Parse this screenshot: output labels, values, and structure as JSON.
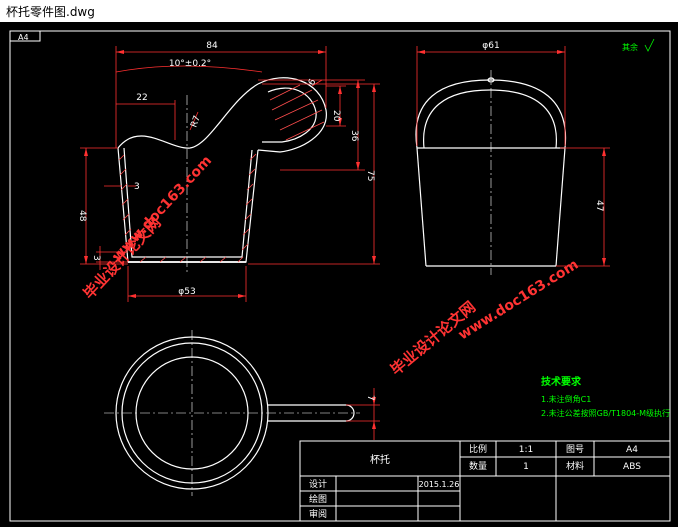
{
  "window": {
    "title": "杯托零件图.dwg"
  },
  "colors": {
    "background": "#000000",
    "frame": "#ffffff",
    "dimension": "#ff0000",
    "text": "#ffffff",
    "note": "#00ff00",
    "centerline": "#ffffff",
    "watermark": "#ff3333"
  },
  "drawing": {
    "sheet_tag": "A4",
    "dims": {
      "width_top": "84",
      "angle": "10°±0.2°",
      "d22": "22",
      "r7": "R7",
      "d6": "6",
      "d20": "20",
      "d36": "36",
      "d75": "75",
      "d48": "48",
      "d3a": "3",
      "d3b": "3",
      "dia53": "φ53",
      "dia61": "φ61",
      "d47": "47",
      "d7": "7"
    },
    "roughness_note": "其余",
    "tech_requirements": {
      "title": "技术要求",
      "line1": "1.未注倒角C1",
      "line2": "2.未注公差按照GB/T1804-M级执行"
    },
    "watermarks": {
      "site1": "www.doc163.com",
      "site2": "www.doc163.com",
      "brand1": "毕业设计论文网",
      "brand2": "毕业设计论文网"
    },
    "title_block": {
      "part_name": "杯托",
      "scale_label": "比例",
      "scale_value": "1:1",
      "sheet_label": "图号",
      "sheet_value": "A4",
      "qty_label": "数量",
      "qty_value": "1",
      "material_label": "材料",
      "material_value": "ABS",
      "design_label": "设计",
      "design_date": "2015.1.26",
      "draw_label": "绘图",
      "check_label": "审阅"
    }
  }
}
